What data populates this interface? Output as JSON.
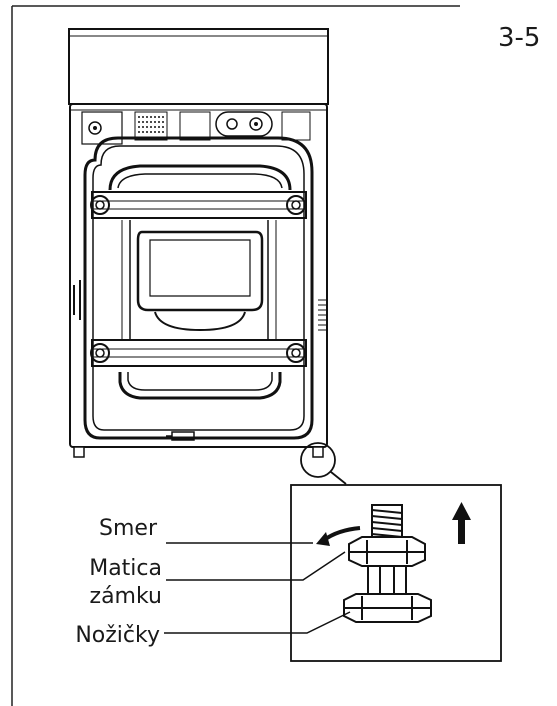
{
  "figure_number": "3-5",
  "labels": {
    "direction": "Smer",
    "lock_nut_line1": "Matica",
    "lock_nut_line2": "zámku",
    "feet": "Nožičky"
  }
}
